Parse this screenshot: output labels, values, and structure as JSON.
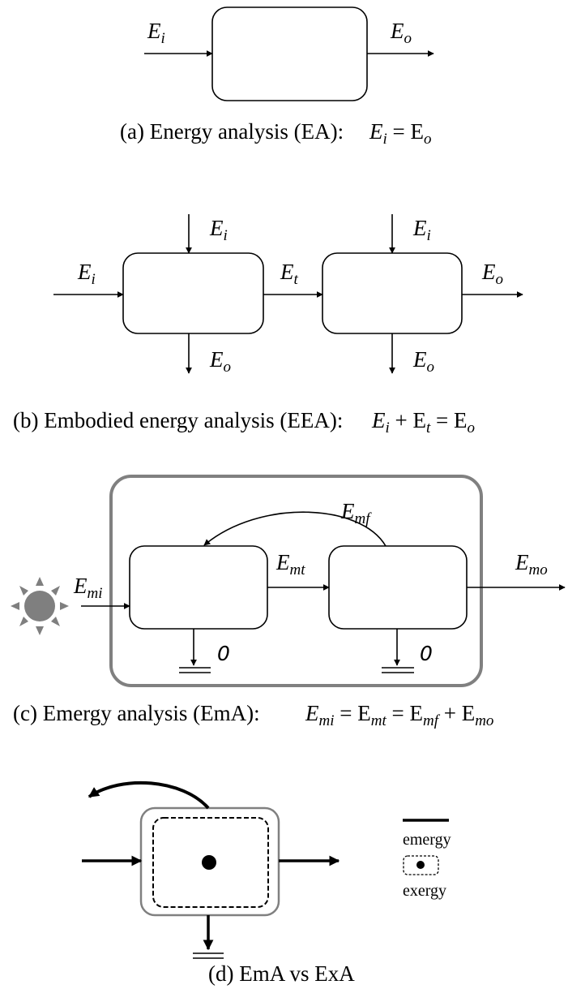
{
  "panel_a": {
    "input": {
      "base": "E",
      "sub": "i"
    },
    "output": {
      "base": "E",
      "sub": "o"
    },
    "caption_text": "(a) Energy analysis (EA):",
    "caption_eq": "E_i = E_o"
  },
  "panel_b": {
    "left_input": {
      "base": "E",
      "sub": "i"
    },
    "top1": {
      "base": "E",
      "sub": "i"
    },
    "bottom1": {
      "base": "E",
      "sub": "o"
    },
    "transfer": {
      "base": "E",
      "sub": "t"
    },
    "top2": {
      "base": "E",
      "sub": "i"
    },
    "bottom2": {
      "base": "E",
      "sub": "o"
    },
    "output": {
      "base": "E",
      "sub": "o"
    },
    "caption_text": "(b) Embodied energy analysis (EEA):",
    "caption_eq": "E_i + E_t = E_o"
  },
  "panel_c": {
    "input": {
      "base": "E",
      "sub": "mi"
    },
    "transfer": {
      "base": "E",
      "sub": "mt"
    },
    "feedback": {
      "base": "E",
      "sub": "mf"
    },
    "output": {
      "base": "E",
      "sub": "mo"
    },
    "ground1": "0",
    "ground2": "0",
    "caption_text": "(c) Emergy analysis (EmA):",
    "caption_eq": "E_mi = E_mt = E_mf + E_mo"
  },
  "panel_d": {
    "legend_emergy": "emergy",
    "legend_exergy": "exergy",
    "caption_text": "(d) EmA vs ExA"
  },
  "colors": {
    "line": "#000000",
    "frame_gray": "#808080",
    "sun_gray": "#7f7f7f"
  }
}
